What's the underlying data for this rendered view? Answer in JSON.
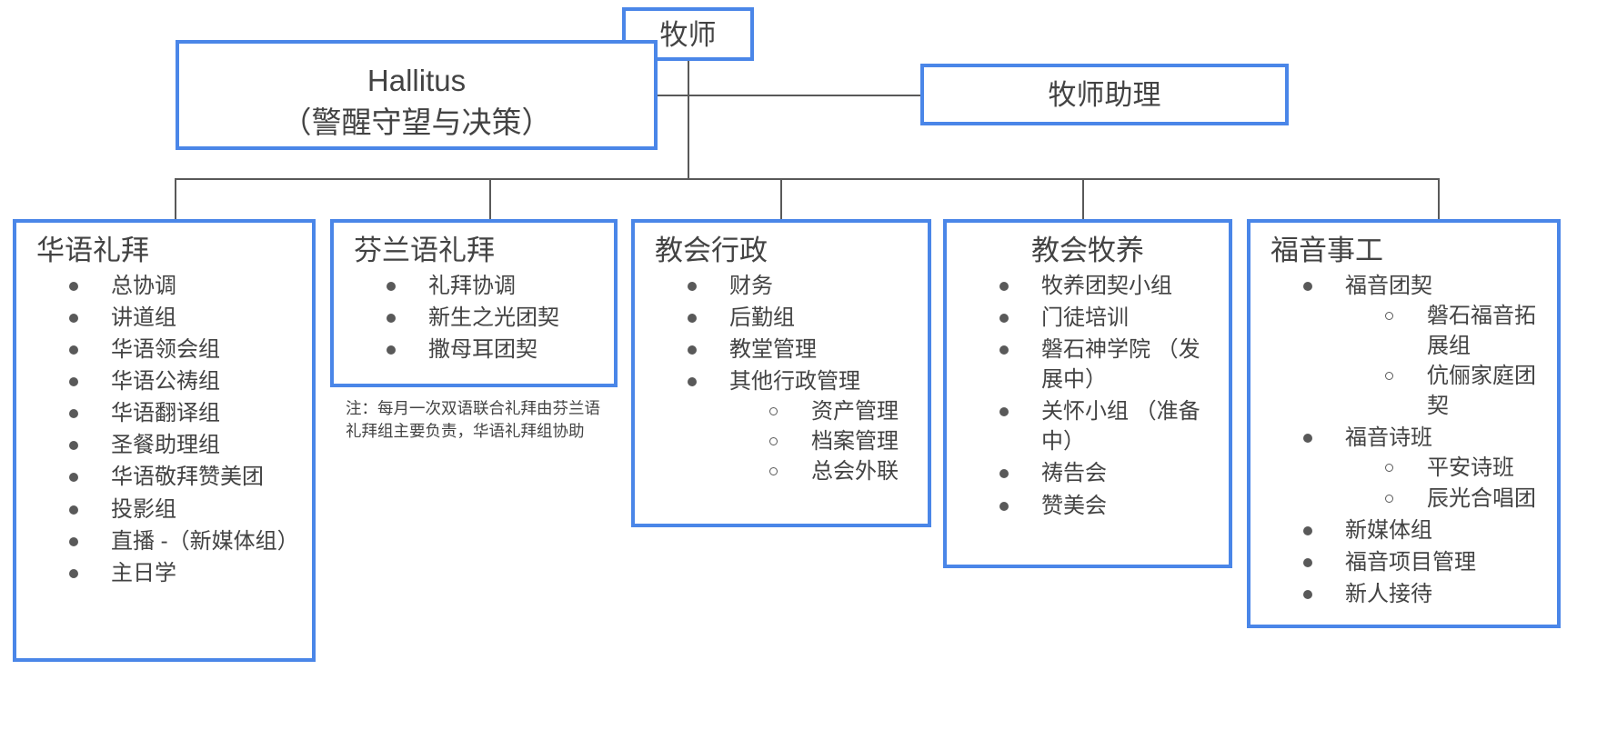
{
  "diagram": {
    "title_top": "牧师",
    "accent_color": "#4A86E8",
    "line_color": "#595959",
    "text_color": "#434343"
  },
  "top": {
    "pastor": "牧师",
    "hallitus": "Hallitus\n（警醒守望与决策）",
    "assistant": "牧师助理"
  },
  "departments": [
    {
      "name": "华语礼拜",
      "items": [
        {
          "label": "总协调"
        },
        {
          "label": "讲道组"
        },
        {
          "label": "华语领会组"
        },
        {
          "label": "华语公祷组"
        },
        {
          "label": "华语翻译组"
        },
        {
          "label": "圣餐助理组"
        },
        {
          "label": "华语敬拜赞美团"
        },
        {
          "label": "投影组"
        },
        {
          "label": "直播 -（新媒体组）"
        },
        {
          "label": "主日学"
        }
      ]
    },
    {
      "name": "芬兰语礼拜",
      "items": [
        {
          "label": "礼拜协调"
        },
        {
          "label": "新生之光团契"
        },
        {
          "label": "撒母耳团契"
        }
      ]
    },
    {
      "name": "教会行政",
      "items": [
        {
          "label": "财务"
        },
        {
          "label": "后勤组"
        },
        {
          "label": "教堂管理"
        },
        {
          "label": "其他行政管理",
          "sub": [
            "资产管理",
            "档案管理",
            "总会外联"
          ]
        }
      ]
    },
    {
      "name": "教会牧养",
      "items": [
        {
          "label": "牧养团契小组"
        },
        {
          "label": "门徒培训"
        },
        {
          "label": "磐石神学院 （发展中）"
        },
        {
          "label": "关怀小组 （准备中）"
        },
        {
          "label": "祷告会"
        },
        {
          "label": "赞美会"
        }
      ]
    },
    {
      "name": "福音事工",
      "items": [
        {
          "label": "福音团契",
          "sub": [
            "磐石福音拓展组",
            "伉俪家庭团契"
          ]
        },
        {
          "label": "福音诗班",
          "sub": [
            "平安诗班",
            "辰光合唱团"
          ]
        },
        {
          "label": "新媒体组"
        },
        {
          "label": "福音项目管理"
        },
        {
          "label": "新人接待"
        }
      ]
    }
  ],
  "note": "注：每月一次双语联合礼拜由芬兰语礼拜组主要负责，华语礼拜组协助"
}
